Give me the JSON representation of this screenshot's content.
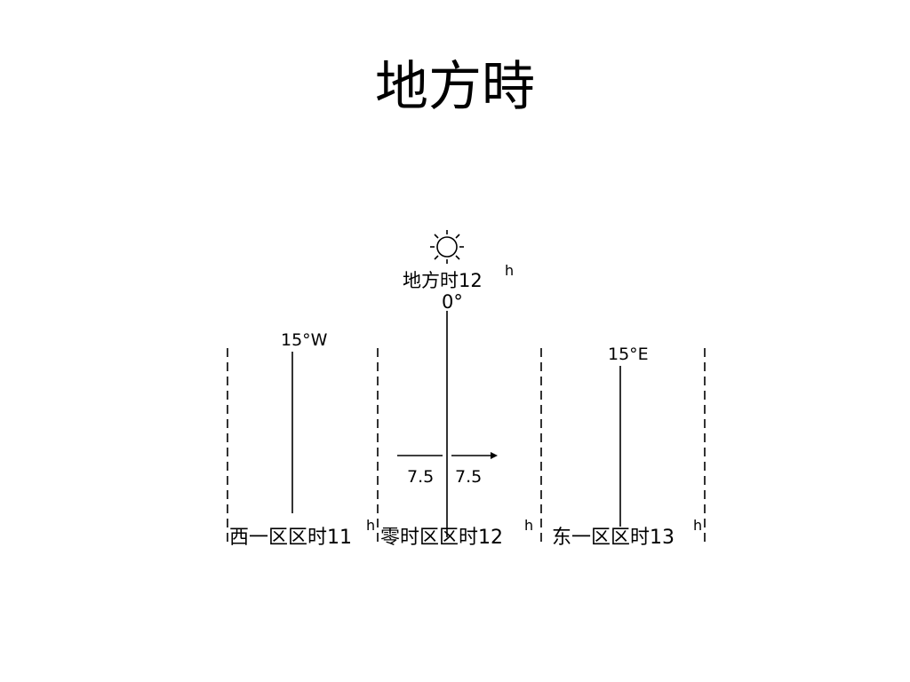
{
  "title": "地方時",
  "sun": {
    "icon": "sun-icon",
    "local_time_label": "地方时12",
    "local_time_sup": "h",
    "meridian": "0°"
  },
  "meridians": {
    "west": "15°W",
    "east": "15°E"
  },
  "half_zone": {
    "left": "7.5",
    "right": "7.5"
  },
  "zones": [
    {
      "label": "西一区区时11",
      "sup": "h"
    },
    {
      "label": "零时区区时12",
      "sup": "h"
    },
    {
      "label": "东一区区时13",
      "sup": "h"
    }
  ]
}
